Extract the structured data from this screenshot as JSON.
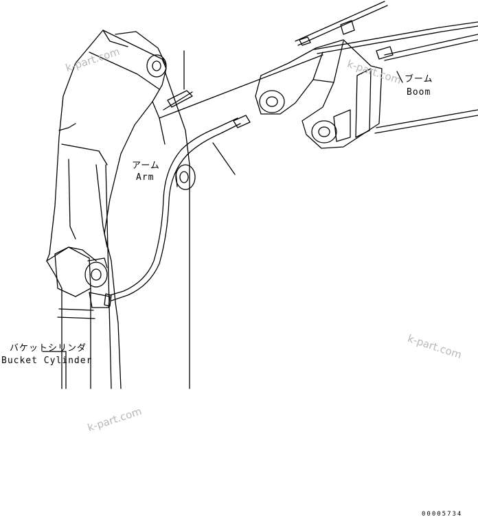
{
  "labels": {
    "boom_jp": "ブーム",
    "boom_en": "Boom",
    "arm_jp": "アーム",
    "arm_en": "Arm",
    "bucket_jp": "バケットシリンダ",
    "bucket_en": "Bucket Cylinder"
  },
  "watermark": "k-part.com",
  "drawing_code": "00005734"
}
